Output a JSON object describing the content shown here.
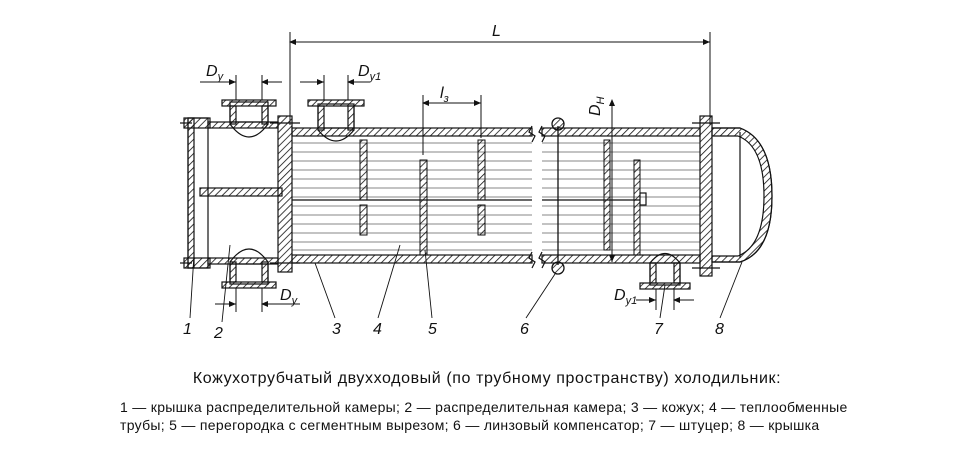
{
  "labels": {
    "L": "L",
    "l3": "l",
    "l3_sub": "з",
    "Dn": "D",
    "Dn_sub": "Н",
    "Dy_top": "D",
    "Dy_top_sub": "у",
    "Dy1_top": "D",
    "Dy1_top_sub": "у1",
    "Dy_bottom": "D",
    "Dy_bottom_sub": "у",
    "Dy1_bottom": "D",
    "Dy1_bottom_sub": "у1"
  },
  "callouts": [
    "1",
    "2",
    "3",
    "4",
    "5",
    "6",
    "7",
    "8"
  ],
  "caption": {
    "title": "Кожухотрубчатый двухходовый (по трубному пространству) холодильник:",
    "line1": "1 — крышка распределительной камеры; 2 — распределительная камера; 3 — кожух; 4 — теплообменные",
    "line2": "трубы; 5 — перегородка с сегментным вырезом; 6 — линзовый компенсатор; 7 — штуцер; 8 — крышка"
  },
  "colors": {
    "ink": "#111111",
    "background": "#ffffff"
  }
}
